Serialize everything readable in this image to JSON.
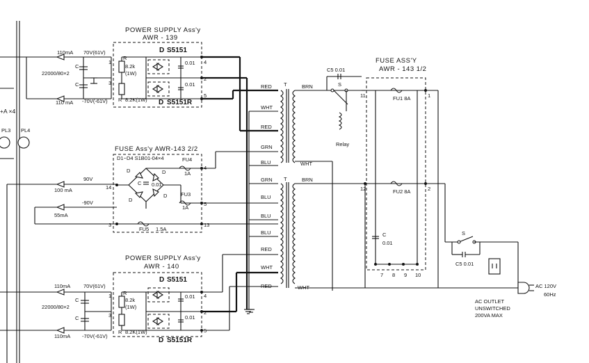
{
  "top_psu": {
    "title": "POWER SUPPLY Ass'y",
    "model": "AWR - 139",
    "d1": "D",
    "d1_part": "S5151",
    "d2": "D",
    "d2_part": "S5151R",
    "r1": "R",
    "r1_val": "8.2k",
    "r1_w": "(1W)",
    "r2": "R",
    "r2_val": "8.2K(1W)",
    "c1_val": "0.01",
    "c2_val": "0.01",
    "pin1": "1",
    "pin2": "2",
    "pin3": "3",
    "pin4": "4",
    "pin5": "5",
    "out_pos_current": "110mA",
    "out_pos_voltage": "70V(61V)",
    "out_neg_current": "110 mA",
    "out_neg_voltage": "-70V(-61V)",
    "cap_label": "22000/80×2",
    "c_lbl1": "C",
    "c_lbl2": "C"
  },
  "bottom_psu": {
    "title": "POWER SUPPLY Ass'y",
    "model": "AWR - 140",
    "d1": "D",
    "d1_part": "S5151",
    "d2": "D",
    "d2_part": "S5151R",
    "r1": "R",
    "r1_val": "8.2k",
    "r1_w": "(1W)",
    "r2": "R",
    "r2_val": "8.2K(1W)",
    "c1_val": "0.01",
    "c2_val": "0.01",
    "pin1": "1",
    "pin2": "2",
    "pin3": "3",
    "pin4": "4",
    "pin5": "5",
    "out_pos_current": "110mA",
    "out_pos_voltage": "70V(61V)",
    "out_neg_current": "110mA",
    "out_neg_voltage": "-70V(-61V)",
    "cap_label": "22000/80×2",
    "c_lbl1": "C",
    "c_lbl2": "C"
  },
  "mid_fuse": {
    "title": "FUSE Ass'y AWR-143 2/2",
    "diodes": "D1~D4 S1B01-04×4",
    "d1": "D",
    "d2": "D",
    "d3": "D",
    "d4": "D",
    "c1": "C",
    "c1_val": "0.01",
    "fu4": "FU4",
    "fu4_val": "1A",
    "fu3": "FU3",
    "fu3_val": "1A",
    "fu5": "FU5",
    "fu5_val": "1.5A",
    "pin4": "4",
    "pin14": "14",
    "pin5": "5",
    "pin3": "3",
    "pin13": "13",
    "v_pos": "90V",
    "i_pos": "100 mA",
    "v_neg": "-90V",
    "i_neg": "55mA"
  },
  "right_fuse": {
    "title": "FUSE ASS'Y",
    "model": "AWR - 143 1/2",
    "fu1": "FU1 8A",
    "fu2": "FU2 8A",
    "c3": "C",
    "c3_val": "0.01",
    "pin11": "11",
    "pin1": "1",
    "pin12": "12",
    "pin2": "2",
    "pin7": "7",
    "pin8": "8",
    "pin9": "9",
    "pin10": "10"
  },
  "transformer": {
    "t1": "T",
    "t2": "T",
    "red": "RED",
    "wht": "WHT",
    "grn": "GRN",
    "blu": "BLU",
    "brn": "BRN"
  },
  "relay": {
    "c5_top": "C5 0.01",
    "s2": "S",
    "label": "Relay"
  },
  "mains": {
    "s1": "S",
    "c5": "C5 0.01",
    "plug": "AC 120V",
    "freq": "60Hz",
    "outlet1": "AC OUTLET",
    "outlet2": "UNSWITCHED",
    "outlet3": "200VA MAX"
  },
  "left": {
    "amp": "+A ×4",
    "pl3": "PL3",
    "pl4": "PL4"
  }
}
